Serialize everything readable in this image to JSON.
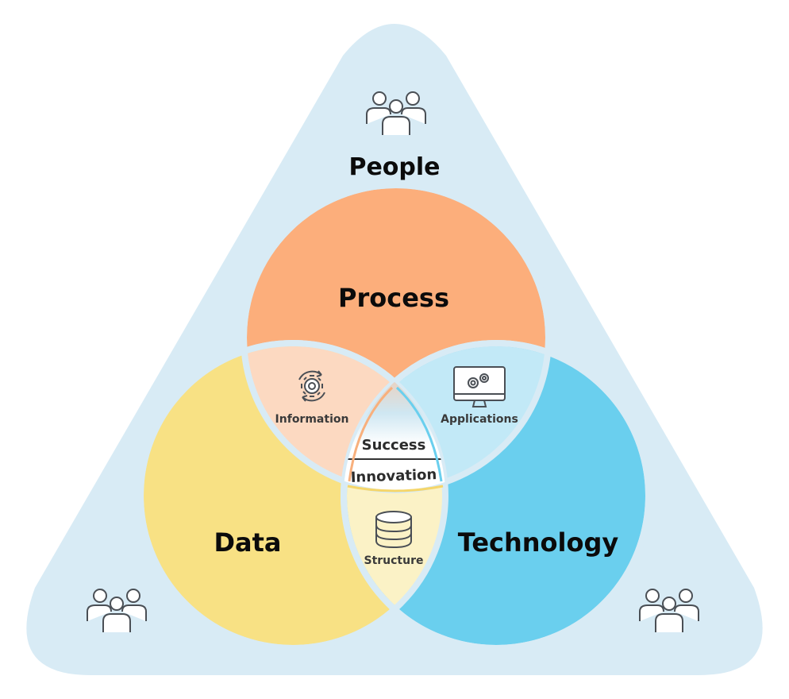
{
  "colors": {
    "triangle_fill": "#d8ebf5",
    "process": "#fcae7b",
    "data": "#f8e184",
    "technology": "#6acfee",
    "process_data_overlap": "#fcd9c1",
    "process_tech_overlap": "#c2e9f7",
    "data_tech_overlap": "#fbf2c6",
    "center": "#ffffff",
    "ring_gap": "#d8ebf5",
    "icon_stroke": "#4a4f55"
  },
  "labels": {
    "people": "People",
    "process": "Process",
    "data": "Data",
    "technology": "Technology",
    "information": "Information",
    "applications": "Applications",
    "structure": "Structure",
    "success": "Success",
    "innovation": "Innovation"
  },
  "icons": {
    "people_top": "people-group-icon",
    "people_left": "people-group-icon",
    "people_right": "people-group-icon",
    "information": "gear-refresh-icon",
    "applications": "monitor-gears-icon",
    "structure": "database-icon"
  }
}
